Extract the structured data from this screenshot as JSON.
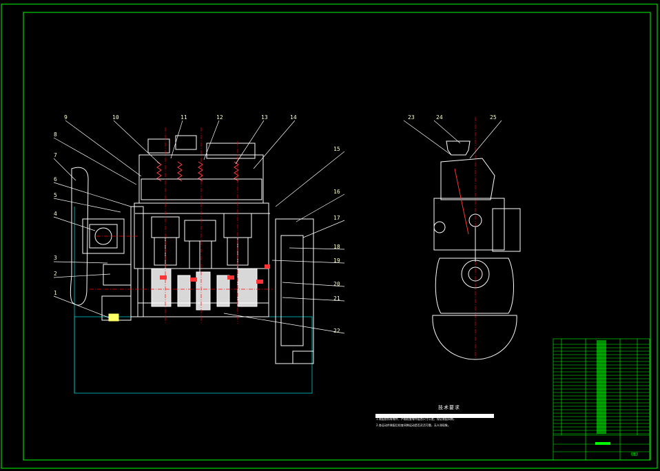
{
  "drawing": {
    "callouts_front": [
      "1",
      "2",
      "3",
      "4",
      "5",
      "6",
      "7",
      "8",
      "9",
      "10",
      "11",
      "12",
      "13",
      "14",
      "15",
      "16",
      "17",
      "18",
      "19",
      "20",
      "21",
      "22"
    ],
    "callouts_side": [
      "23",
      "24",
      "25"
    ]
  },
  "technical_requirements": {
    "title": "技术要求",
    "lines": [
      "1.装配前所有零件，严格检查零件配合尺寸公差，保证装配间隙。",
      "2.各运动件装配后检查间隙运动是否灵活可靠，无卡滞现象。"
    ]
  },
  "title_block": {
    "drawing_title": "",
    "scale_note": "（图）"
  },
  "colors": {
    "frame": "#00ff00",
    "lines": "#ffffff",
    "callout_text": "#ffffcc",
    "center_lines": "#ff0000",
    "highlight": "#ff3333",
    "boundary": "#00cccc"
  }
}
